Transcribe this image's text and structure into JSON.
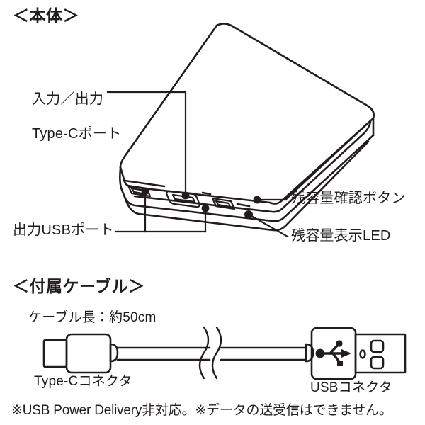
{
  "document": {
    "language": "ja",
    "background_color": "#ffffff",
    "line_color": "#231c1c",
    "title": "モバイルバッテリー 各部名称図"
  },
  "sections": {
    "body": {
      "heading": "＜本体＞",
      "callouts": {
        "type_c_port": {
          "line1": "入力／出力",
          "line2": "Type-Cポート"
        },
        "usb_port": "出力USBポート",
        "capacity_button": "残容量確認ボタン",
        "capacity_led": "残容量表示LED"
      }
    },
    "cable": {
      "heading": "＜付属ケーブル＞",
      "length_note": "ケーブル長：約50cm",
      "connector_left": "Type-Cコネクタ",
      "connector_right": "USBコネクタ"
    }
  },
  "footnote": "※USB Power Delivery非対応。※データの送受信はできません。",
  "icons": {
    "usb_trident": "usb-trident-icon",
    "cable_break": "cable-break-icon"
  }
}
